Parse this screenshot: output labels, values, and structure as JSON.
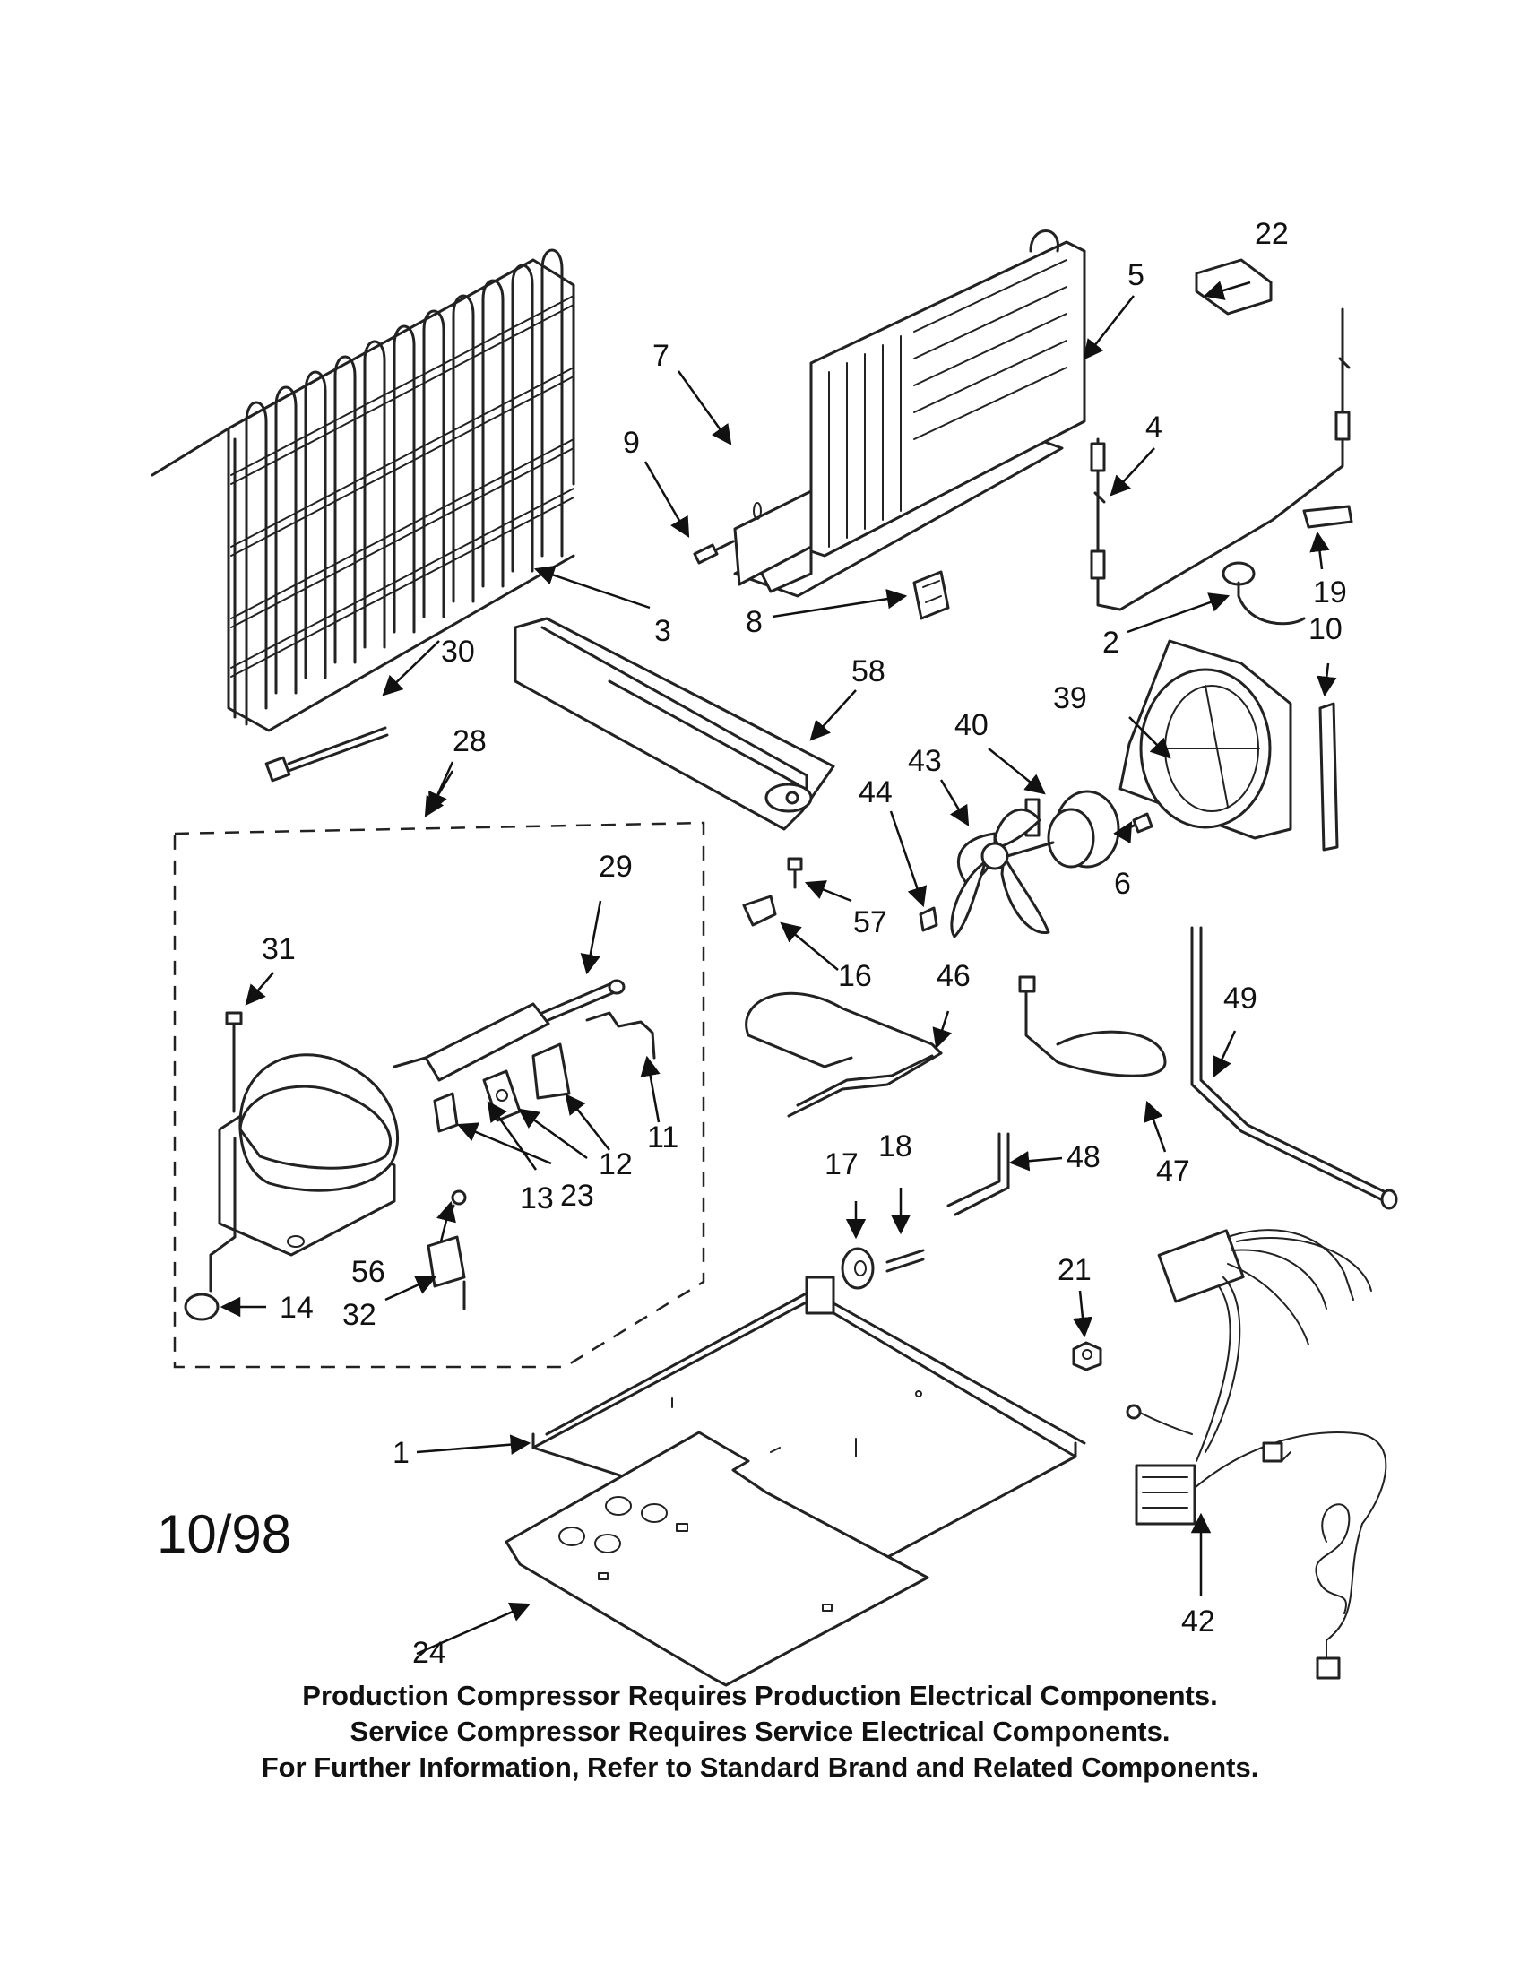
{
  "date_code": "10/98",
  "part_numbers": {
    "p1": "1",
    "p2": "2",
    "p3": "3",
    "p4": "4",
    "p5": "5",
    "p6": "6",
    "p7": "7",
    "p8": "8",
    "p9": "9",
    "p10": "10",
    "p11": "11",
    "p12": "12",
    "p13": "13",
    "p14": "14",
    "p16": "16",
    "p17": "17",
    "p18": "18",
    "p19": "19",
    "p21": "21",
    "p22": "22",
    "p23": "23",
    "p24": "24",
    "p28": "28",
    "p29": "29",
    "p30": "30",
    "p31": "31",
    "p32": "32",
    "p39": "39",
    "p40": "40",
    "p42": "42",
    "p43": "43",
    "p44": "44",
    "p46": "46",
    "p47": "47",
    "p48": "48",
    "p49": "49",
    "p56": "56",
    "p57": "57",
    "p58": "58"
  },
  "footnotes": [
    "Production Compressor Requires Production Electrical Components.",
    "Service Compressor Requires Service Electrical Components.",
    "For Further Information, Refer to Standard Brand and Related Components."
  ],
  "colors": {
    "ink": "#111111",
    "background": "#ffffff"
  }
}
